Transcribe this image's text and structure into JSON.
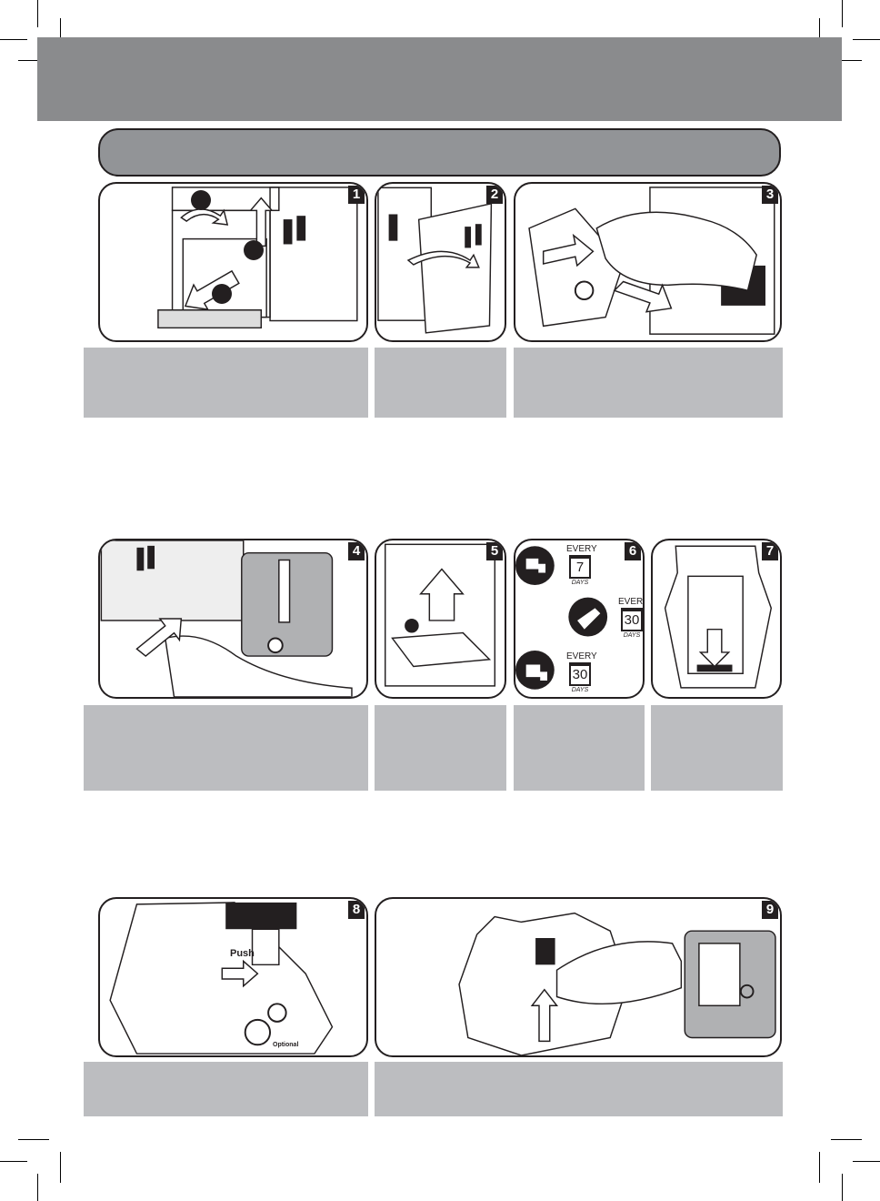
{
  "steps": [
    {
      "num": "1"
    },
    {
      "num": "2"
    },
    {
      "num": "3"
    },
    {
      "num": "4"
    },
    {
      "num": "5"
    },
    {
      "num": "6"
    },
    {
      "num": "7"
    },
    {
      "num": "8"
    },
    {
      "num": "9"
    }
  ],
  "schedule": {
    "every_label": "EVERY",
    "days_label": "DAYS",
    "items": [
      {
        "icon": "water-tap-icon",
        "interval": "7"
      },
      {
        "icon": "grease-icon",
        "interval": "30"
      },
      {
        "icon": "brew-group-lube-icon",
        "interval": "30"
      }
    ]
  },
  "panel8": {
    "push_label": "Push",
    "option_label": "Optional"
  },
  "colors": {
    "header_band": "#8a8b8d",
    "title_bar": "#929497",
    "caption": "#bcbdc0",
    "ink": "#231f20"
  }
}
